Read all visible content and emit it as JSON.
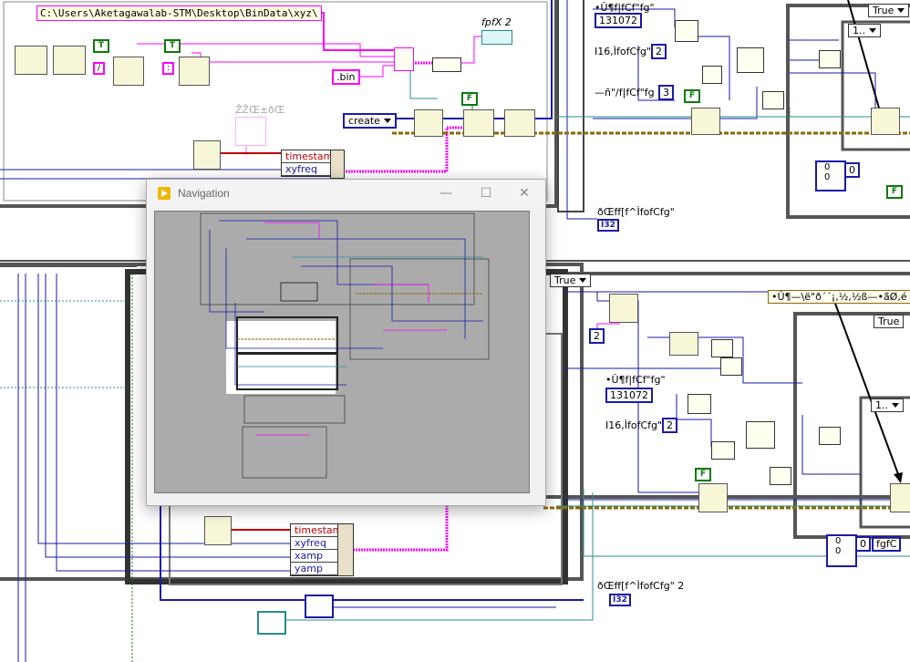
{
  "path_constant": "C:\\Users\\Aketagawalab-STM\\Desktop\\BinData\\xyz\\",
  "bin_constant": ".bin",
  "fpfx_label": "fpfX 2",
  "create_enum": "create",
  "timestamp_cluster": [
    "timestamp",
    "xyfreq"
  ],
  "timestamp_cluster_lower": [
    "timestamp",
    "xyfreq",
    "xamp",
    "yamp"
  ],
  "garbled_label_top": "ŽŽŒ±ðŒ",
  "const_131072": "131072",
  "const_2": "2",
  "const_3": "3",
  "label_ucfcfg": "•Û¶f|fCf\"fg\"",
  "label_i16_top": "I16,ÌfofCfg\"",
  "label_nfcfg": "—ñ\"/f|fCf\"fg",
  "label_i32_top": "ðŒff[f^ÌfofCfg\"",
  "label_i32_bottom": "ðŒff[f^ÌfofCfg\" 2",
  "label_ucfcfg2": "•Û¶f|fCf\"fg\"",
  "label_i16_mid": "I16,ÌfofCfg\"",
  "label_right_top": "•Û¶—\\ë\"ð´´¡,½,½ß—•ã̈Ø,é",
  "label_right_bottom": "fgfC",
  "true_top": "True",
  "true_mid": "True",
  "true_right": "True",
  "index_top": "1..",
  "index_right": "1..",
  "i32_tag": "I32",
  "zero": "0",
  "bool_true": "T",
  "bool_false": "F",
  "nav_title": "Navigation",
  "colors": {
    "pink": "#ff00ff",
    "blue": "#1a1aa8",
    "green": "#0c7a0c",
    "teal": "#2a8c8c",
    "brown": "#8a6a00"
  }
}
